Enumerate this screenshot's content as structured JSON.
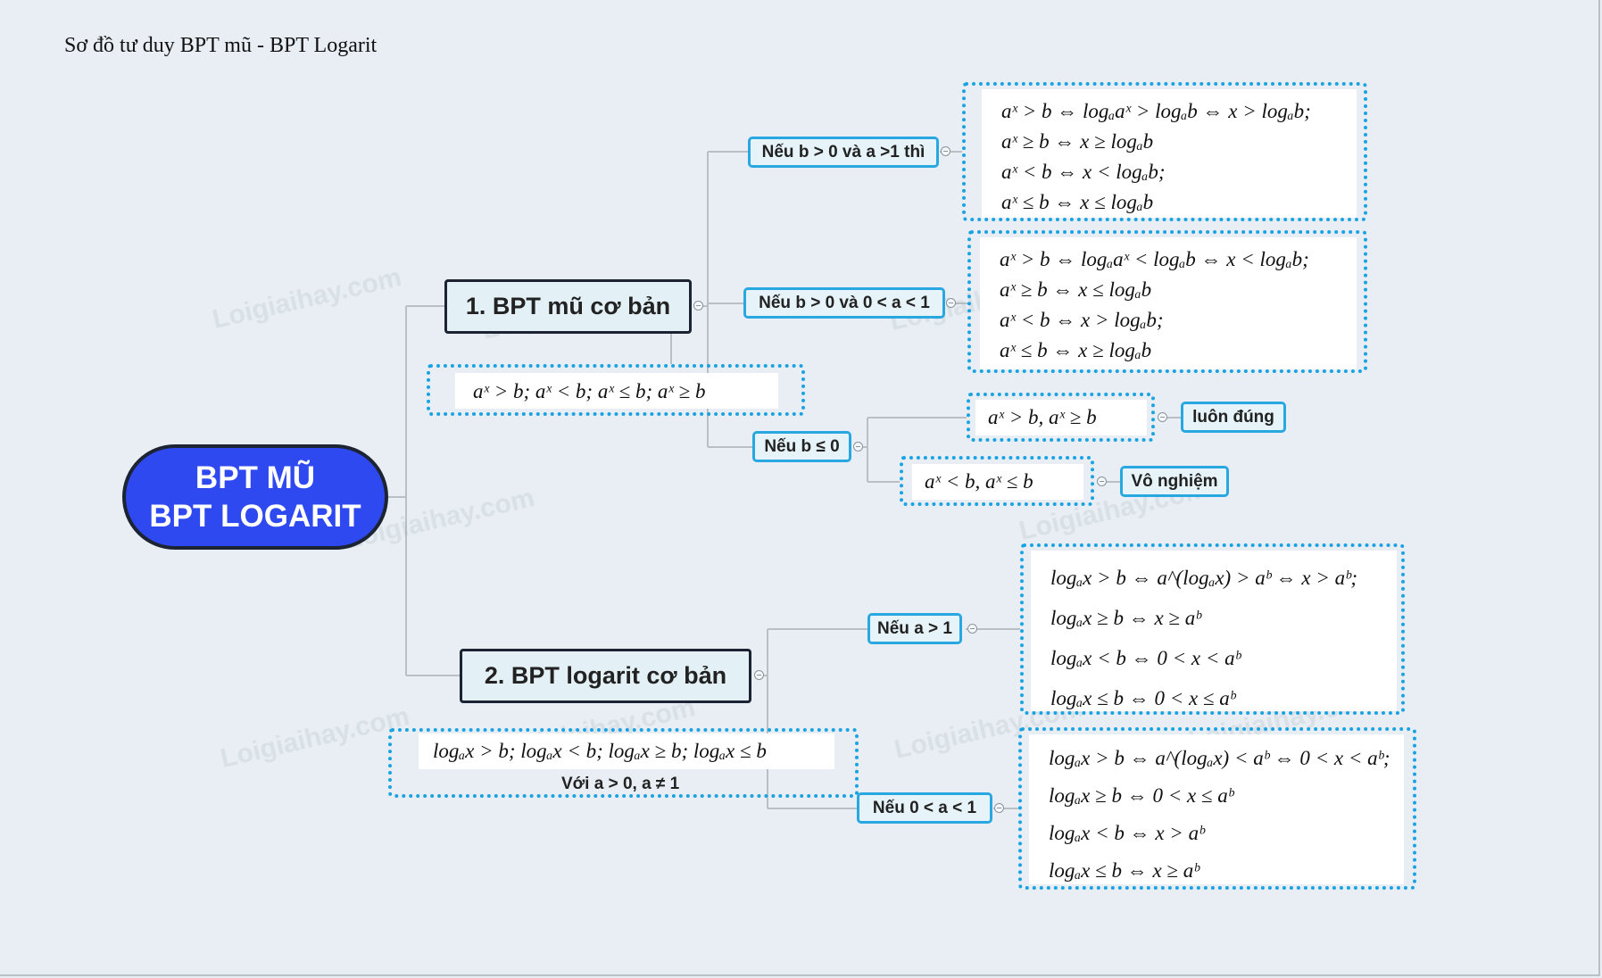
{
  "page_title": "Sơ đồ tư duy BPT mũ - BPT Logarit",
  "root": {
    "line1": "BPT MŨ",
    "line2": "BPT LOGARIT"
  },
  "branch1": {
    "title": "1. BPT mũ cơ bản",
    "forms": "aˣ > b; aˣ < b;  aˣ ≤ b;  aˣ ≥ b",
    "cond_a_gt_1": "Nếu b > 0 và a >1 thì",
    "rules_a_gt_1": [
      "aˣ > b ⇔ logₐaˣ > logₐb ⇔ x > logₐb;",
      "aˣ ≥ b ⇔ x ≥ logₐb",
      "aˣ < b ⇔ x < logₐb;",
      "aˣ ≤ b ⇔ x ≤ logₐb"
    ],
    "cond_a_lt_1": "Nếu b > 0 và 0 < a < 1",
    "rules_a_lt_1": [
      "aˣ > b ⇔ logₐaˣ < logₐb ⇔ x < logₐb;",
      "aˣ ≥ b ⇔ x ≤ logₐb",
      "aˣ < b ⇔ x > logₐb;",
      "aˣ ≤ b ⇔ x ≥ logₐb"
    ],
    "cond_b_le_0": "Nếu b ≤ 0",
    "case_true": "aˣ > b,   aˣ ≥ b",
    "result_true": "luôn đúng",
    "case_none": "aˣ < b,   aˣ ≤ b",
    "result_none": "Vô nghiệm"
  },
  "branch2": {
    "title": "2. BPT logarit cơ bản",
    "forms": "logₐx > b; logₐx < b;  logₐx ≥ b;  logₐx ≤ b",
    "condition_note": "Với a > 0, a ≠ 1",
    "cond_a_gt_1": "Nếu a > 1",
    "rules_a_gt_1": [
      "logₐx > b ⇔ a^(logₐx) > aᵇ ⇔ x > aᵇ;",
      "logₐx ≥ b ⇔ x ≥ aᵇ",
      "logₐx < b ⇔ 0 < x < aᵇ",
      "logₐx ≤ b ⇔ 0 < x ≤ aᵇ"
    ],
    "cond_a_lt_1": "Nếu 0 < a < 1",
    "rules_a_lt_1": [
      "logₐx > b ⇔ a^(logₐx) < aᵇ ⇔ 0 < x < aᵇ;",
      "logₐx ≥ b ⇔ 0 < x ≤ aᵇ",
      "logₐx < b ⇔ x > aᵇ",
      "logₐx ≤ b ⇔ x ≥ aᵇ"
    ]
  },
  "watermark": "Loigiaihay.com"
}
